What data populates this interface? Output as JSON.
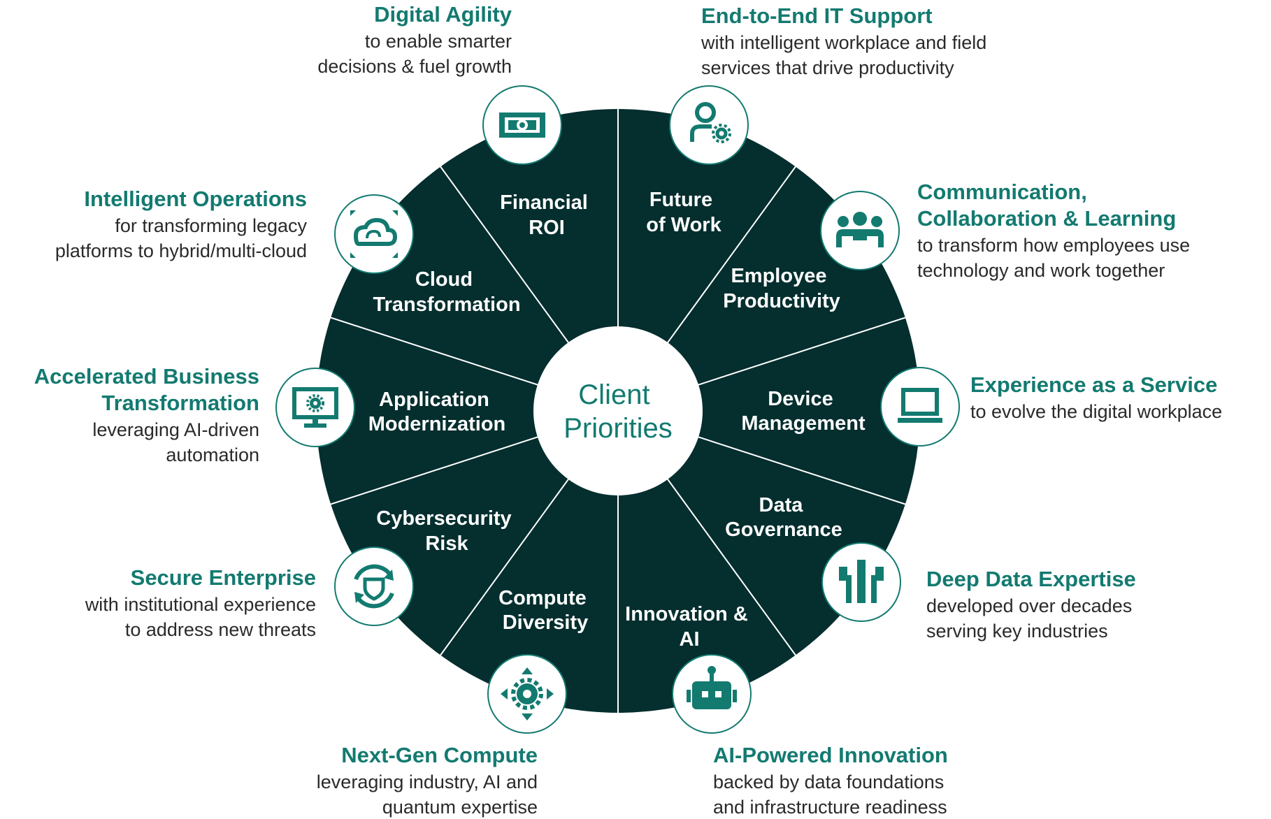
{
  "colors": {
    "wheel": "#052e2e",
    "accent": "#137a70",
    "divider": "#ffffff",
    "text": "#2a2a2a"
  },
  "center": {
    "line1": "Client",
    "line2": "Priorities"
  },
  "segments": [
    {
      "line1": "Financial",
      "line2": "ROI"
    },
    {
      "line1": "Future",
      "line2": "of Work"
    },
    {
      "line1": "Employee",
      "line2": "Productivity"
    },
    {
      "line1": "Device",
      "line2": "Management"
    },
    {
      "line1": "Data",
      "line2": "Governance"
    },
    {
      "line1": "Innovation &",
      "line2": "AI"
    },
    {
      "line1": "Compute",
      "line2": "Diversity"
    },
    {
      "line1": "Cybersecurity",
      "line2": "Risk"
    },
    {
      "line1": "Application",
      "line2": "Modernization"
    },
    {
      "line1": "Cloud",
      "line2": "Transformation"
    }
  ],
  "callouts": [
    {
      "icon": "money-icon",
      "title": "Digital Agility",
      "desc1": "to enable smarter",
      "desc2": "decisions & fuel growth"
    },
    {
      "icon": "user-gear-icon",
      "title": "End-to-End IT Support",
      "desc1": "with intelligent workplace and field",
      "desc2": "services that drive productivity"
    },
    {
      "icon": "team-icon",
      "title": "Communication,",
      "title2": "Collaboration & Learning",
      "desc1": "to transform how employees use",
      "desc2": "technology and work together"
    },
    {
      "icon": "laptop-icon",
      "title": "Experience as a Service",
      "desc1": "to evolve the digital workplace",
      "desc2": ""
    },
    {
      "icon": "data-flow-icon",
      "title": "Deep Data Expertise",
      "desc1": "developed over decades",
      "desc2": "serving key industries"
    },
    {
      "icon": "robot-icon",
      "title": "AI-Powered Innovation",
      "desc1": "backed by data foundations",
      "desc2": "and infrastructure readiness"
    },
    {
      "icon": "gear-arrows-icon",
      "title": "Next-Gen Compute",
      "desc1": "leveraging industry, AI and",
      "desc2": "quantum expertise"
    },
    {
      "icon": "shield-refresh-icon",
      "title": "Secure Enterprise",
      "desc1": "with institutional experience",
      "desc2": "to address new threats"
    },
    {
      "icon": "monitor-gear-icon",
      "title": "Accelerated Business",
      "title2": "Transformation",
      "desc1": "leveraging AI-driven",
      "desc2": "automation"
    },
    {
      "icon": "cloud-icon",
      "title": "Intelligent Operations",
      "desc1": "for transforming legacy",
      "desc2": "platforms to hybrid/multi-cloud"
    }
  ]
}
